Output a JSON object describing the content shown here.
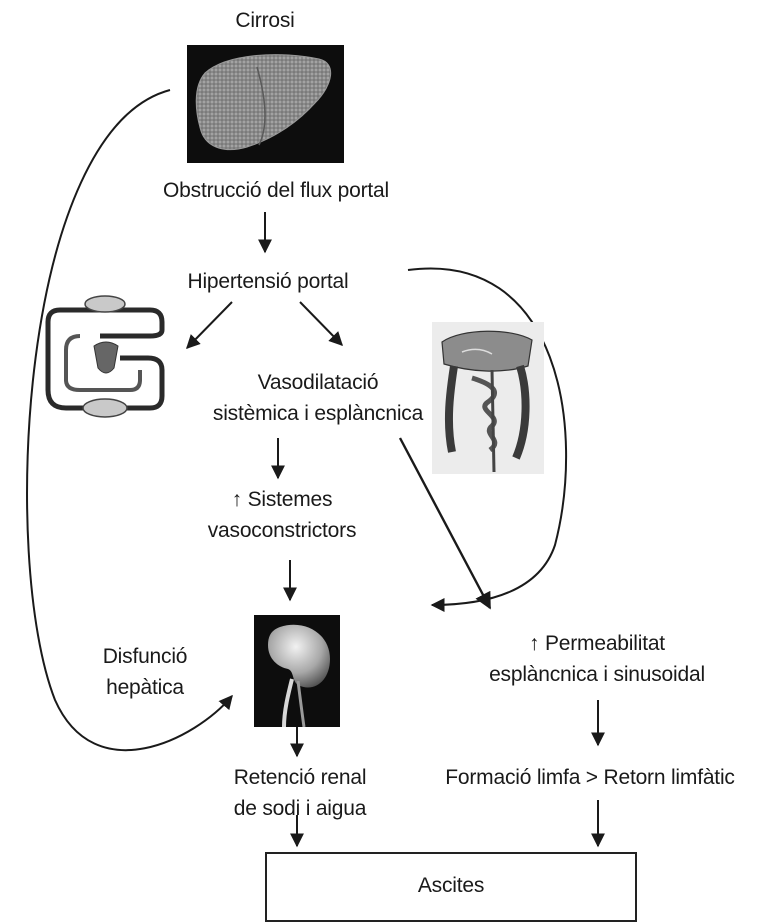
{
  "nodes": {
    "cirrosi": "Cirrosi",
    "obstruccio": "Obstrucció del flux portal",
    "hipertensio": "Hipertensió portal",
    "vasodilatacio": [
      "Vasodilatació",
      "sistèmica i esplàncnica"
    ],
    "sistemes": [
      "↑ Sistemes",
      "vasoconstrictors"
    ],
    "disfuncio": [
      "Disfunció",
      "hepàtica"
    ],
    "permeabilitat": [
      "↑ Permeabilitat",
      "esplàncnica i sinusoidal"
    ],
    "retencio": [
      "Retenció renal",
      "de sodi i aigua"
    ],
    "formacio": "Formació limfa > Retorn limfàtic",
    "ascites": "Ascites"
  },
  "icons": {
    "liver": "liver-photo-icon",
    "circulation": "circulation-loop-icon",
    "intestine": "splanchnic-organs-icon",
    "kidney": "kidney-photo-icon"
  },
  "colors": {
    "text": "#1a1a1a",
    "arrow": "#1a1a1a",
    "photo_bg": "#0d0d0d"
  }
}
